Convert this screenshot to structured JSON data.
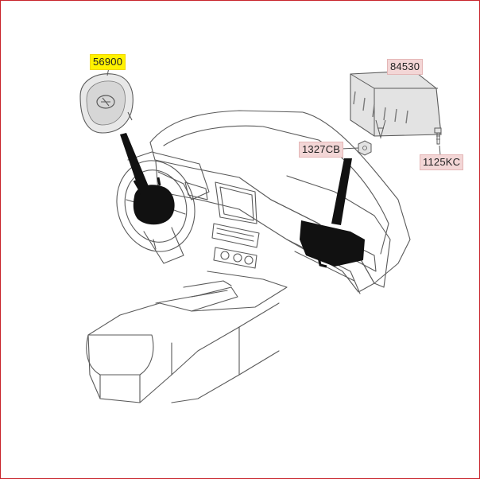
{
  "colors": {
    "frame_border": "#c8242b",
    "highlight": "#fff200",
    "label_bg": "#f3d6d6",
    "line": "#5a5a5a",
    "part_fill": "#111111"
  },
  "parts": {
    "steering_airbag": {
      "code": "56900",
      "highlighted": true
    },
    "passenger_airbag": {
      "code": "84530",
      "highlighted": false
    },
    "nut": {
      "code": "1327CB",
      "highlighted": false
    },
    "bolt": {
      "code": "1125KC",
      "highlighted": false
    }
  }
}
